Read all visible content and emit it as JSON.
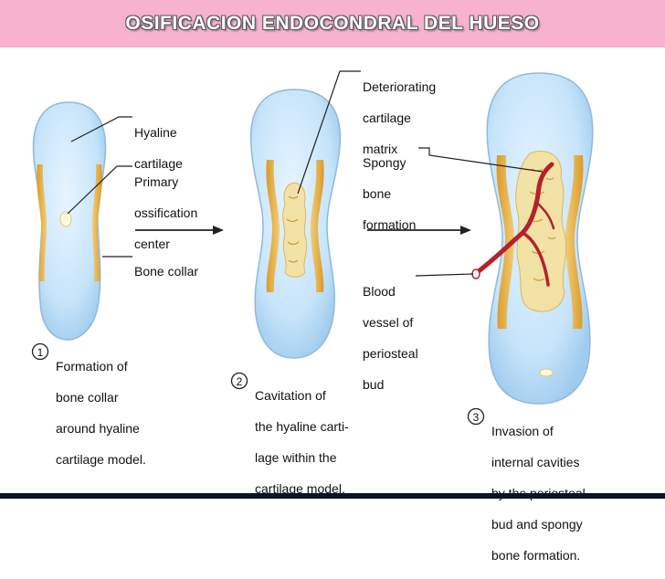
{
  "title": "OSIFICACION ENDOCONDRAL DEL HUESO",
  "labels": {
    "hyaline_cartilage": [
      "Hyaline",
      "cartilage"
    ],
    "primary_ossification": [
      "Primary",
      "ossification",
      "center"
    ],
    "bone_collar": [
      "Bone collar"
    ],
    "deteriorating_matrix": [
      "Deteriorating",
      "cartilage",
      "matrix"
    ],
    "spongy_bone": [
      "Spongy",
      "bone",
      "formation"
    ],
    "blood_vessel": [
      "Blood",
      "vessel of",
      "periosteal",
      "bud"
    ]
  },
  "steps": [
    {
      "number": "1",
      "lines": [
        "Formation of",
        "bone collar",
        "around hyaline",
        "cartilage model."
      ]
    },
    {
      "number": "2",
      "lines": [
        "Cavitation of",
        "the hyaline carti-",
        "lage within the",
        "cartilage model."
      ]
    },
    {
      "number": "3",
      "lines": [
        "Invasion of",
        "internal cavities",
        "by the periosteal",
        "bud and spongy",
        "bone formation."
      ]
    }
  ],
  "colors": {
    "banner": "#f7b2d0",
    "cartilage": "#c9e6fb",
    "cartilage_outline": "#8fb9dc",
    "bone_collar": "#e8b64a",
    "spongy_bone": "#f3e2a6",
    "blood_vessel": "#b4212a"
  }
}
